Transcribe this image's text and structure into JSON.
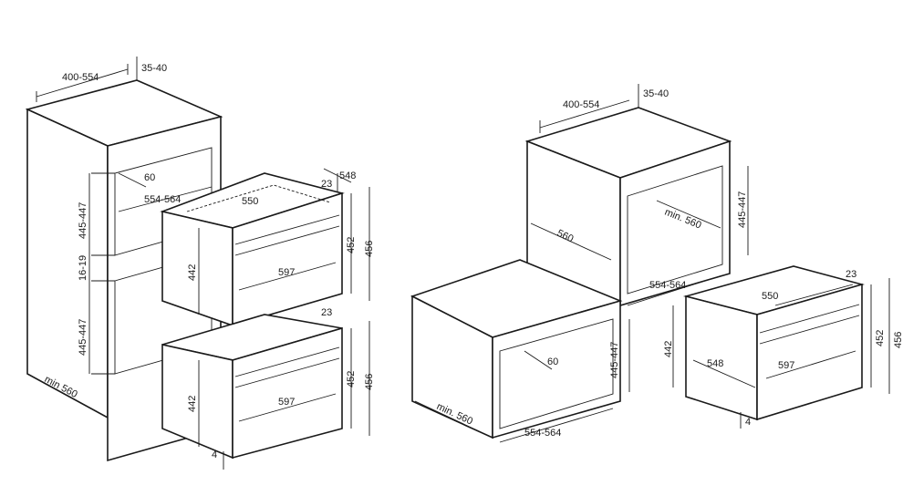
{
  "left_diagram": {
    "cabinet_width": "400-554",
    "back_gap": "35-40",
    "vent_depth": "60",
    "niche_width": "554-564",
    "oven_depth_top": "548",
    "front_offset_top": "23",
    "oven_body_width": "550",
    "upper_niche_height": "445-447",
    "upper_body_height": "442",
    "upper_front_height": "452",
    "upper_total_height": "456",
    "shelf_thickness": "16-19",
    "upper_front_width": "597",
    "lower_niche_height": "445-447",
    "front_offset_bottom": "23",
    "lower_body_height": "442",
    "lower_front_height": "452",
    "lower_total_height": "456",
    "lower_front_width": "597",
    "cabinet_depth": "min 560",
    "bottom_gap": "4"
  },
  "right_diagram": {
    "cabinet_width": "400-554",
    "back_gap": "35-40",
    "niche_height_upper": "445-447",
    "niche_depth_upper": "min. 560",
    "cabinet_depth_upper": "560",
    "niche_width_upper": "554-564",
    "front_offset": "23",
    "oven_body_width": "550",
    "oven_body_height": "442",
    "oven_front_height": "452",
    "oven_total_height": "456",
    "oven_depth": "548",
    "oven_front_width": "597",
    "niche_height_lower": "445-447",
    "vent_depth": "60",
    "cabinet_depth_lower": "min. 560",
    "niche_width_lower": "554-564",
    "bottom_gap": "4"
  }
}
